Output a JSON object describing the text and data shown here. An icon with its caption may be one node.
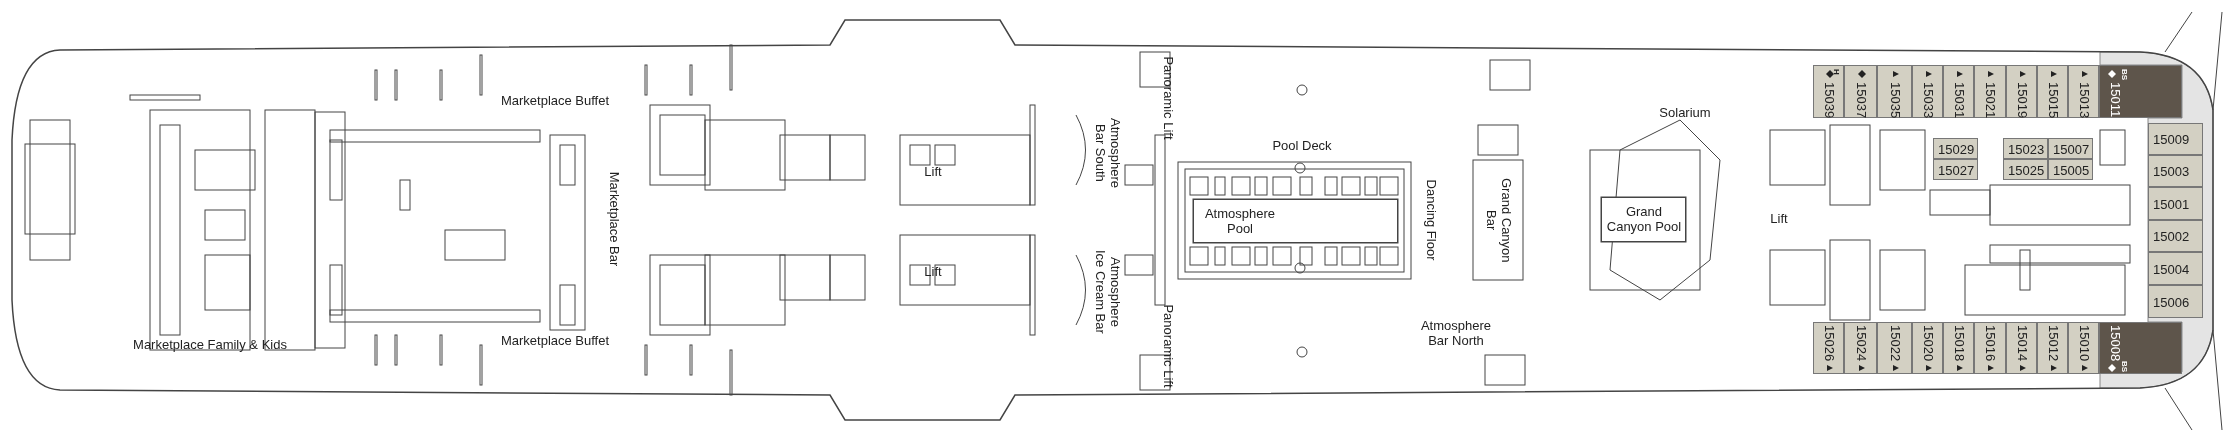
{
  "diagram": {
    "nodes": [
      {
        "text": [
          "Atmosphere Pool"
        ]
      },
      {
        "text": [
          "Grand Canyon Pool"
        ]
      },
      {
        "text": [
          "15039",
          "H"
        ]
      },
      {
        "text": [
          "15037"
        ]
      },
      {
        "text": [
          "15035"
        ]
      },
      {
        "text": [
          "15033"
        ]
      },
      {
        "text": [
          "15031"
        ]
      },
      {
        "text": [
          "15021"
        ]
      },
      {
        "text": [
          "15019"
        ]
      },
      {
        "text": [
          "15015"
        ]
      },
      {
        "text": [
          "15013"
        ]
      },
      {
        "text": [
          "BS",
          "15011"
        ]
      },
      {
        "text": [
          "15029"
        ]
      },
      {
        "text": [
          "15023"
        ]
      },
      {
        "text": [
          "15007"
        ]
      },
      {
        "text": [
          "15027"
        ]
      },
      {
        "text": [
          "15025"
        ]
      },
      {
        "text": [
          "15005"
        ]
      },
      {
        "text": [
          "15009"
        ]
      },
      {
        "text": [
          "15003"
        ]
      },
      {
        "text": [
          "15001"
        ]
      },
      {
        "text": [
          "15002"
        ]
      },
      {
        "text": [
          "15004"
        ]
      },
      {
        "text": [
          "15006"
        ]
      },
      {
        "text": [
          "15026"
        ]
      },
      {
        "text": [
          "15024"
        ]
      },
      {
        "text": [
          "15022"
        ]
      },
      {
        "text": [
          "15020"
        ]
      },
      {
        "text": [
          "15018"
        ]
      },
      {
        "text": [
          "15016"
        ]
      },
      {
        "text": [
          "15014"
        ]
      },
      {
        "text": [
          "15012"
        ]
      },
      {
        "text": [
          "15010"
        ]
      },
      {
        "text": [
          "15008",
          "BS"
        ]
      }
    ],
    "labels": [
      "Marketplace Buffet",
      "Panoramic Lift",
      "Solarium",
      "Pool Deck",
      "Atmosphere Bar South",
      "Marketplace Bar",
      "Lift",
      "Dancing Floor",
      "Grand Canyon Bar",
      "Lift",
      "Lift",
      "Atmosphere Ice Cream Bar",
      "Atmosphere Bar North",
      "Marketplace Buffet",
      "Marketplace Family & Kids",
      "Panoramic Lift"
    ]
  }
}
